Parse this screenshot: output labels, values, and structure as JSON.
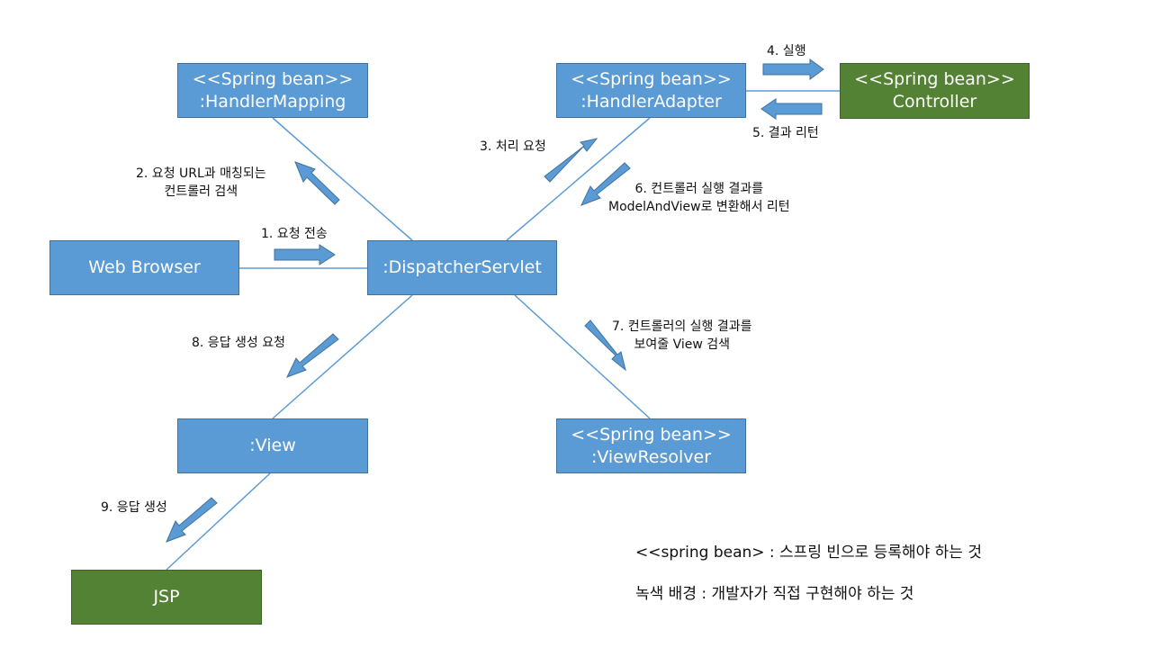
{
  "colors": {
    "box_blue": "#5b9bd5",
    "box_green": "#548235",
    "connector": "#5b9bd5",
    "arrow": "#5b9bd5"
  },
  "boxes": {
    "handler_mapping": {
      "stereotype": "<<Spring bean>>",
      "name": ":HandlerMapping"
    },
    "handler_adapter": {
      "stereotype": "<<Spring bean>>",
      "name": ":HandlerAdapter"
    },
    "controller": {
      "stereotype": "<<Spring bean>>",
      "name": "Controller"
    },
    "web_browser": {
      "name": "Web Browser"
    },
    "dispatcher_servlet": {
      "name": ":DispatcherServlet"
    },
    "view": {
      "name": ":View"
    },
    "view_resolver": {
      "stereotype": "<<Spring bean>>",
      "name": ":ViewResolver"
    },
    "jsp": {
      "name": "JSP"
    }
  },
  "steps": {
    "s1": {
      "line1": "1. 요청 전송"
    },
    "s2": {
      "line1": "2. 요청 URL과 매칭되는",
      "line2": "컨트롤러 검색"
    },
    "s3": {
      "line1": "3. 처리 요청"
    },
    "s4": {
      "line1": "4. 실행"
    },
    "s5": {
      "line1": "5. 결과 리턴"
    },
    "s6": {
      "line1": "6. 컨트롤러 실행 결과를",
      "line2": "ModelAndView로 변환해서 리턴"
    },
    "s7": {
      "line1": "7. 컨트롤러의 실행 결과를",
      "line2": "보여줄 View 검색"
    },
    "s8": {
      "line1": "8. 응답 생성 요청"
    },
    "s9": {
      "line1": "9. 응답 생성"
    }
  },
  "legend": {
    "spring_bean": "<<spring bean> : 스프링 빈으로 등록해야 하는 것",
    "green_bg": "녹색 배경 : 개발자가 직접 구현해야 하는 것"
  }
}
